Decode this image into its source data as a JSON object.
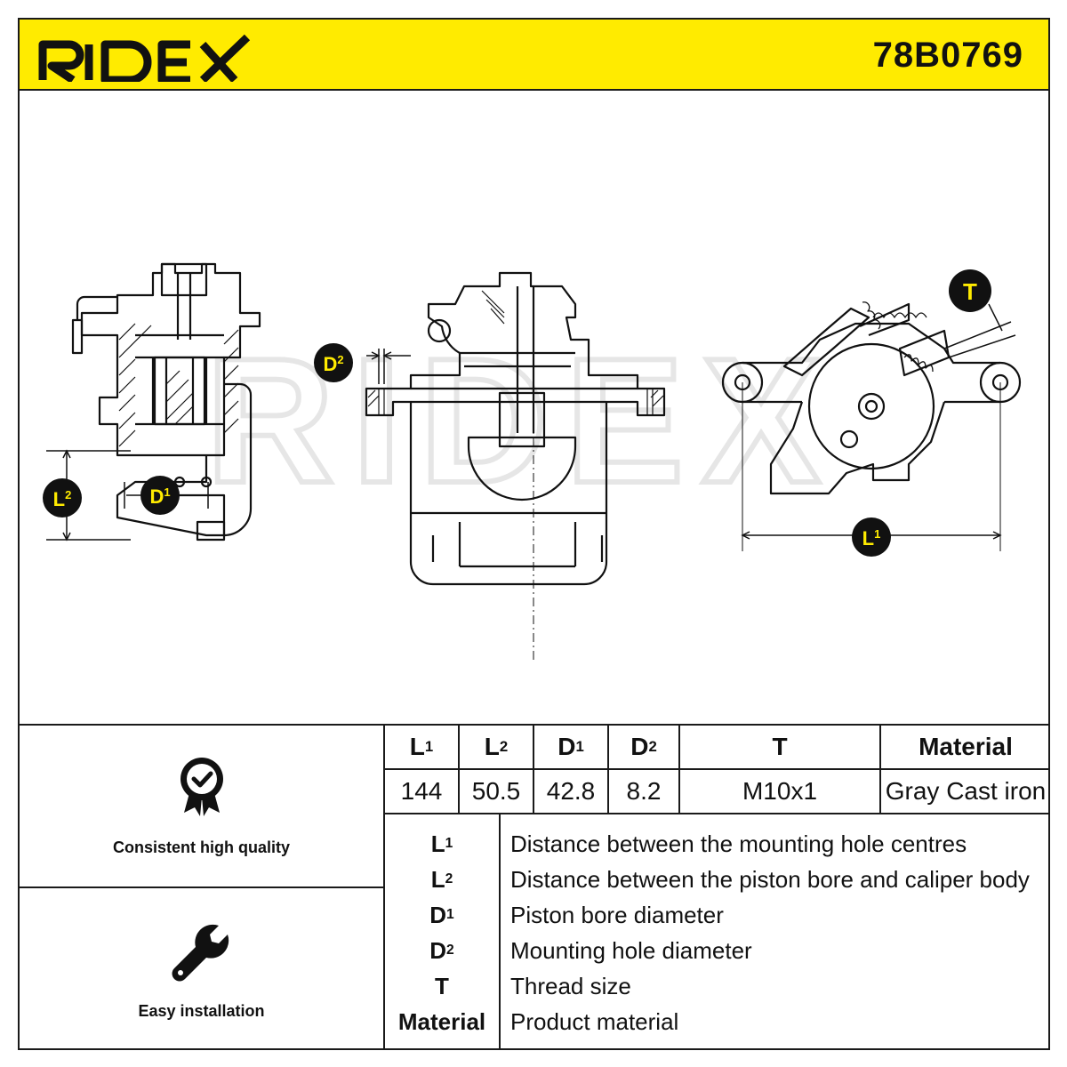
{
  "header": {
    "brand": "RIDEX",
    "part_number": "78B0769",
    "accent_color": "#ffeb00"
  },
  "diagram": {
    "watermark": "RIDEX",
    "callouts": {
      "l1": "L",
      "l1_sup": "1",
      "l2": "L",
      "l2_sup": "2",
      "d1": "D",
      "d1_sup": "1",
      "d2": "D",
      "d2_sup": "2",
      "t": "T"
    }
  },
  "features": [
    {
      "label": "Consistent high quality",
      "icon": "quality-badge-icon"
    },
    {
      "label": "Easy installation",
      "icon": "wrench-icon"
    }
  ],
  "spec_table": {
    "headers": [
      {
        "base": "L",
        "sup": "1"
      },
      {
        "base": "L",
        "sup": "2"
      },
      {
        "base": "D",
        "sup": "1"
      },
      {
        "base": "D",
        "sup": "2"
      },
      {
        "base": "T",
        "sup": ""
      },
      {
        "base": "Material",
        "sup": ""
      }
    ],
    "values": [
      "144",
      "50.5",
      "42.8",
      "8.2",
      "M10x1",
      "Gray Cast iron"
    ]
  },
  "legend": [
    {
      "base": "L",
      "sup": "1",
      "description": "Distance between the mounting hole centres"
    },
    {
      "base": "L",
      "sup": "2",
      "description": "Distance between the piston bore and caliper body"
    },
    {
      "base": "D",
      "sup": "1",
      "description": "Piston bore diameter"
    },
    {
      "base": "D",
      "sup": "2",
      "description": "Mounting hole diameter"
    },
    {
      "base": "T",
      "sup": "",
      "description": "Thread size"
    },
    {
      "base": "Material",
      "sup": "",
      "description": "Product material"
    }
  ]
}
